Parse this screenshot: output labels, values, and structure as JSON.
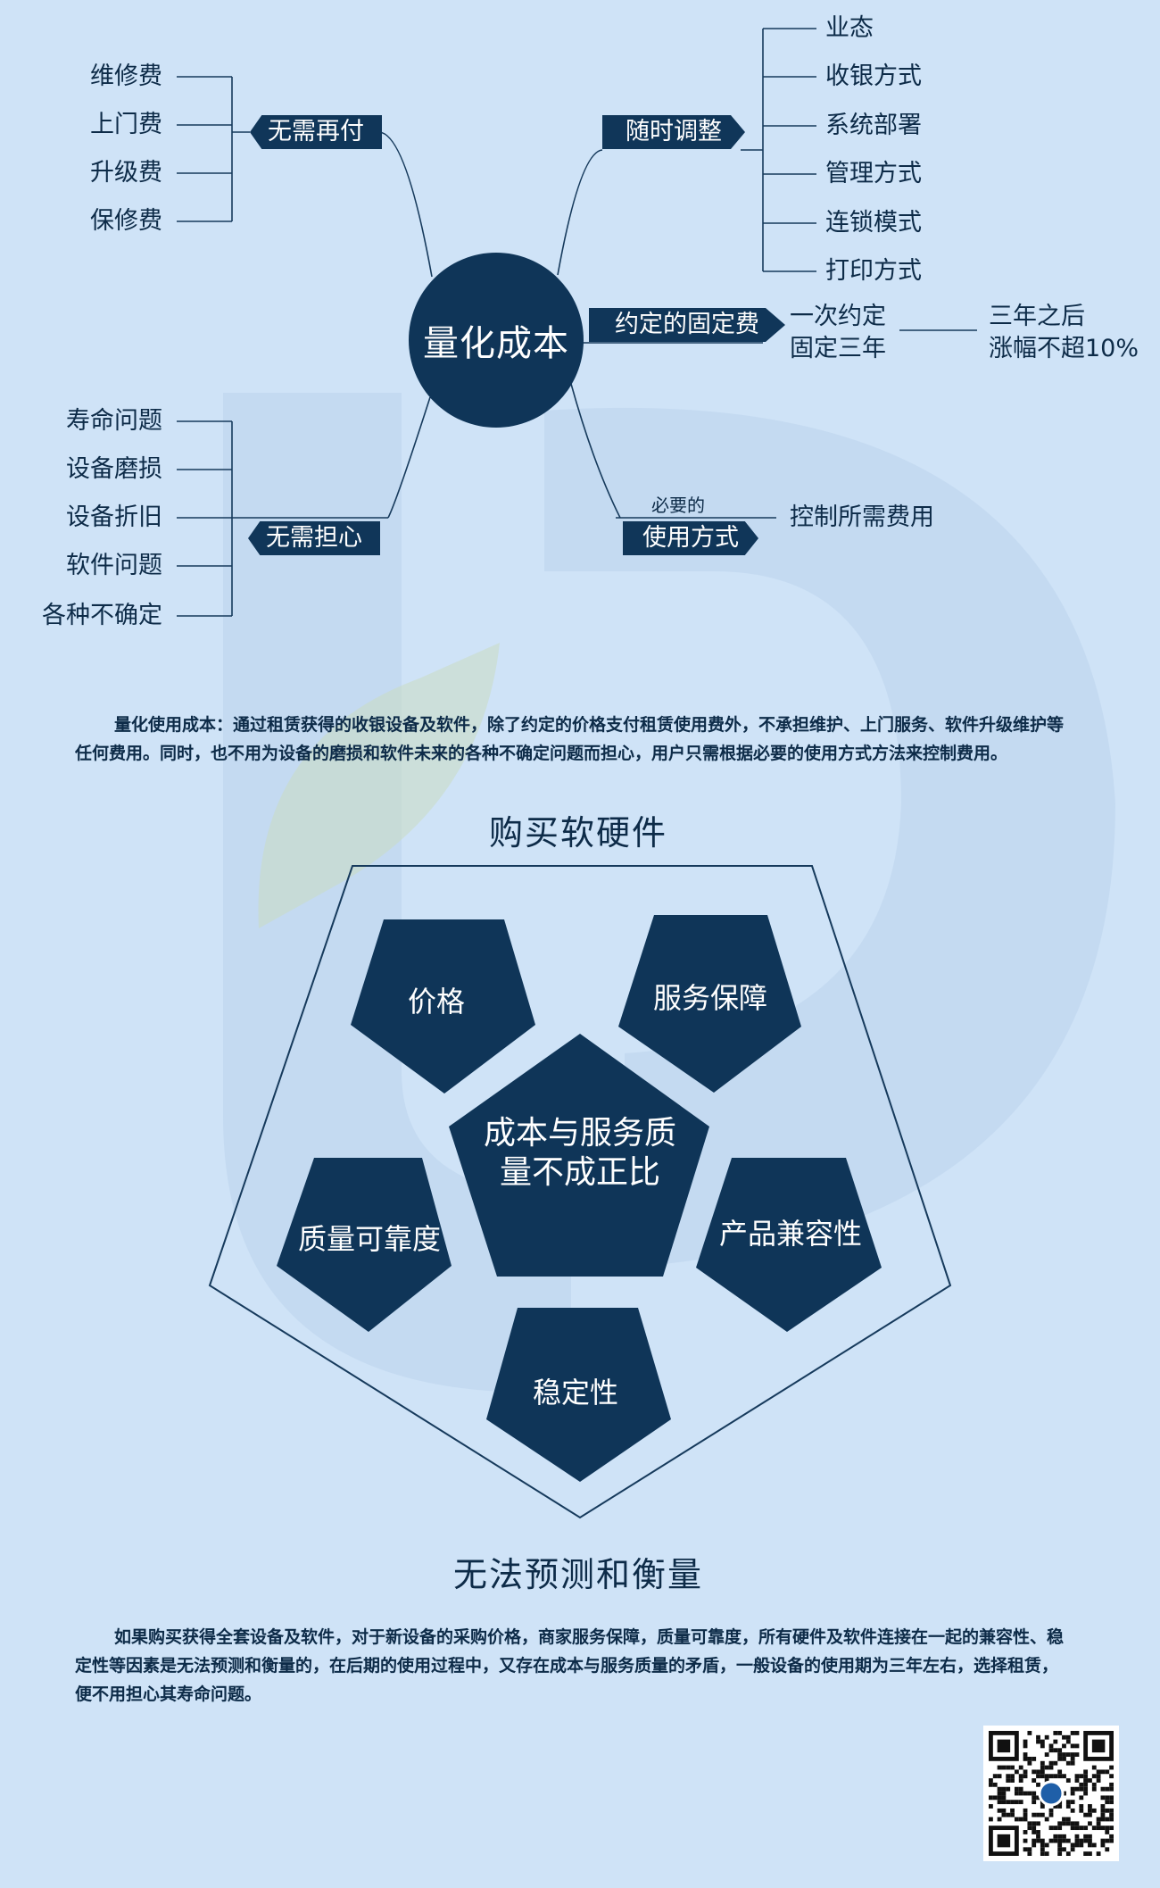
{
  "hub": {
    "label": "量化成本"
  },
  "branches": {
    "no_repay": {
      "label": "无需再付",
      "items": [
        "维修费",
        "上门费",
        "升级费",
        "保修费"
      ]
    },
    "adjust": {
      "label": "随时调整",
      "items": [
        "业态",
        "收银方式",
        "系统部署",
        "管理方式",
        "连锁模式",
        "打印方式"
      ]
    },
    "fixed_fee": {
      "label": "约定的固定费",
      "left_lines": [
        "一次约定",
        "固定三年"
      ],
      "right_lines": [
        "三年之后",
        "涨幅不超10%"
      ]
    },
    "no_worry": {
      "label": "无需担心",
      "items": [
        "寿命问题",
        "设备磨损",
        "设备折旧",
        "软件问题",
        "各种不确定"
      ]
    },
    "usage": {
      "top_label": "必要的",
      "label": "使用方式",
      "result": "控制所需费用"
    }
  },
  "paragraph1": "量化使用成本：通过租赁获得的收银设备及软件，除了约定的价格支付租赁使用费外，不承担维护、上门服务、软件升级维护等任何费用。同时，也不用为设备的磨损和软件未来的各种不确定问题而担心，用户只需根据必要的使用方式方法来控制费用。",
  "pentagon": {
    "top_title": "购买软硬件",
    "bottom_title": "无法预测和衡量",
    "center_lines": [
      "成本与服务质",
      "量不成正比"
    ],
    "cells": [
      "价格",
      "服务保障",
      "质量可靠度",
      "产品兼容性",
      "稳定性"
    ]
  },
  "paragraph2": "如果购买获得全套设备及软件，对于新设备的采购价格，商家服务保障，质量可靠度，所有硬件及软件连接在一起的兼容性、稳定性等因素是无法预测和衡量的，在后期的使用过程中，又存在成本与服务质量的矛盾，一般设备的使用期为三年左右，选择租赁，便不用担心其寿命问题。",
  "colors": {
    "background": "#cfe3f7",
    "navy": "#0f3558",
    "text": "#0d2b48"
  },
  "qr_code": {
    "icon": "qr-code-icon"
  }
}
